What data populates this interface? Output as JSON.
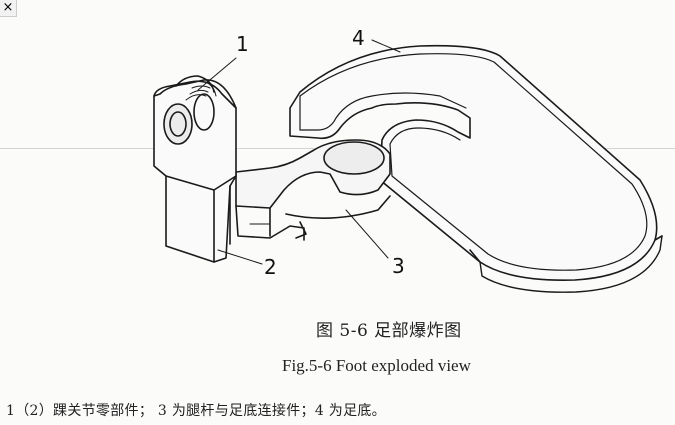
{
  "window": {
    "close_glyph": "×"
  },
  "figure": {
    "callouts": [
      "1",
      "2",
      "3",
      "4"
    ],
    "caption_cn": "图 5-6 足部爆炸图",
    "caption_en": "Fig.5-6 Foot exploded view",
    "legend": "1（2）踝关节零部件； 3 为腿杆与足底连接件；4 为足底。"
  }
}
